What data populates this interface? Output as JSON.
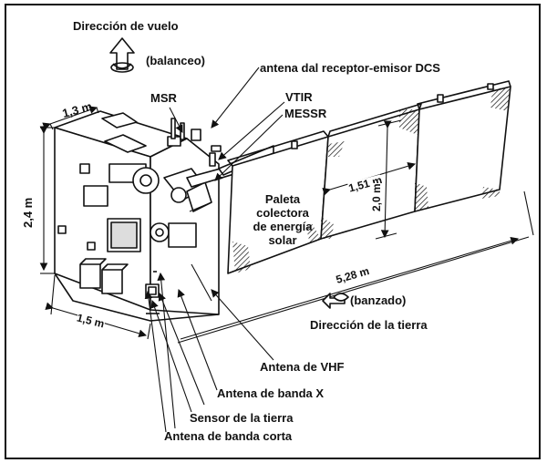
{
  "labels": {
    "flight_direction": "Dirección de vuelo",
    "roll": "(balanceo)",
    "dcs_antenna": "antena dal receptor-emisor DCS",
    "msr": "MSR",
    "vtir": "VTIR",
    "messr": "MESSR",
    "panel_line1": "Paleta",
    "panel_line2": "colectora",
    "panel_line3": "de energía",
    "panel_line4": "solar",
    "dim_1_3": "1,3 m",
    "dim_2_4": "2,4 m",
    "dim_1_51": "1,51 m",
    "dim_2_0": "2,0 m",
    "dim_5_28": "5,28 m",
    "dim_1_5": "1,5 m",
    "yaw": "(banzado)",
    "earth_direction": "Dirección de la tierra",
    "vhf_antenna": "Antena de VHF",
    "x_band_antenna": "Antena de banda X",
    "earth_sensor": "Sensor de la tierra",
    "short_band_antenna": "Antena de banda corta"
  },
  "colors": {
    "ink": "#111111",
    "shade": "#555555",
    "background": "#ffffff"
  }
}
